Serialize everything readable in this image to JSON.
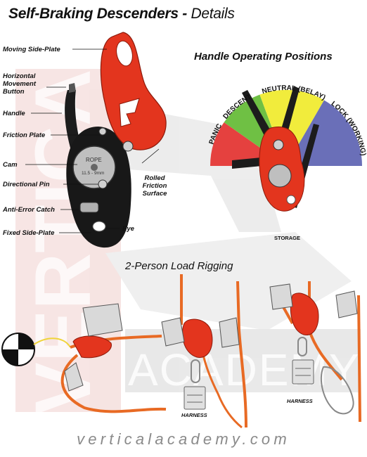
{
  "title": {
    "main": "Self-Braking Descenders - ",
    "sub": "Details"
  },
  "watermark": {
    "vertical": "VERTICAL",
    "academy": "ACADEMY"
  },
  "parts": [
    "Moving Side-Plate",
    "Horizontal Movement Button",
    "Handle",
    "Friction Plate",
    "Cam",
    "Directional Pin",
    "Anti-Error Catch",
    "Fixed Side-Plate",
    "Rolled Friction Surface",
    "Eye"
  ],
  "device_marks": {
    "rope": "ROPE",
    "size": "11.5 - 9mm"
  },
  "handle_positions": {
    "title": "Handle Operating Positions",
    "zones": [
      {
        "label": "PANIC",
        "color": "#e5413f"
      },
      {
        "label": "DESCENT",
        "color": "#6fc044"
      },
      {
        "label": "NEUTRAL (BELAY)",
        "color": "#f1ec3c"
      },
      {
        "label": "LOCK (WORKING)",
        "color": "#6a6fb8"
      }
    ],
    "storage": "STORAGE"
  },
  "rigging": {
    "title": "2-Person Load Rigging",
    "harness_label": "HARNESS"
  },
  "footer": "verticalacademy.com"
}
